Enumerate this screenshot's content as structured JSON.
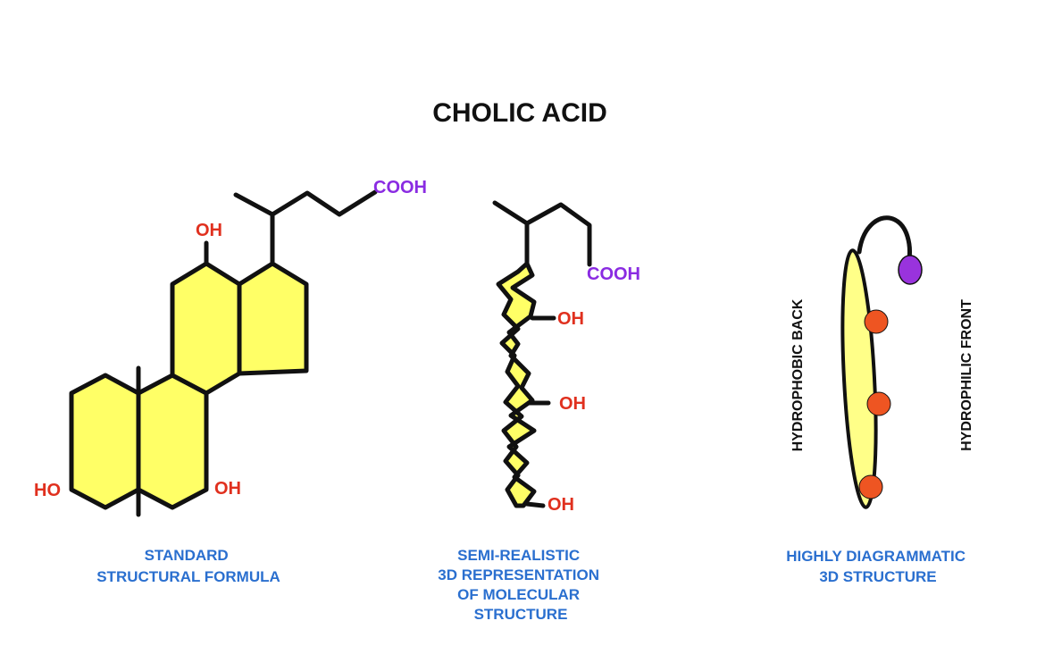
{
  "title": "CHOLIC ACID",
  "colors": {
    "ring_fill": "#ffff66",
    "bond": "#111111",
    "hydroxyl_label": "#e0301e",
    "carboxyl_label": "#8a2be2",
    "caption": "#2a6fcf",
    "orange_dot": "#ee5522",
    "purple_dot": "#9933dd"
  },
  "panels": {
    "standard": {
      "labels": {
        "cooh": "COOH",
        "oh_top": "OH",
        "ho_left": "HO",
        "oh_bottom": "OH"
      },
      "caption": [
        "STANDARD",
        "STRUCTURAL FORMULA"
      ]
    },
    "semi_realistic": {
      "labels": {
        "cooh": "COOH",
        "oh1": "OH",
        "oh2": "OH",
        "oh3": "OH"
      },
      "caption": [
        "SEMI-REALISTIC",
        "3D REPRESENTATION",
        "OF MOLECULAR",
        "STRUCTURE"
      ]
    },
    "diagrammatic": {
      "side_left": "HYDROPHOBIC BACK",
      "side_right": "HYDROPHILIC FRONT",
      "caption": [
        "HIGHLY DIAGRAMMATIC",
        "3D STRUCTURE"
      ]
    }
  }
}
